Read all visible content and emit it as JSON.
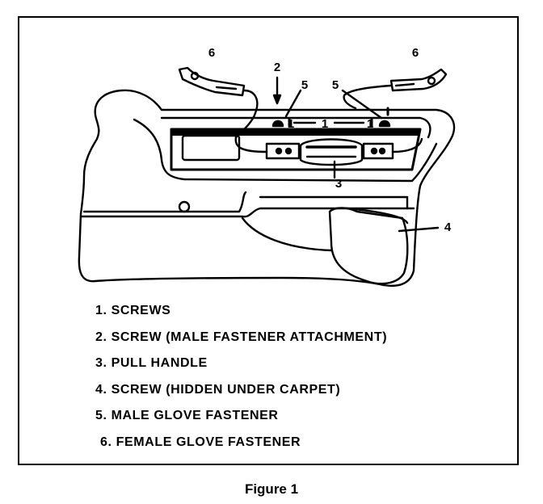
{
  "callouts": {
    "c1a": "1",
    "c1b": "1",
    "c1c": "1",
    "c2": "2",
    "c3": "3",
    "c4": "4",
    "c5a": "5",
    "c5b": "5",
    "c6a": "6",
    "c6b": "6"
  },
  "legend": [
    "1. SCREWS",
    "2. SCREW (MALE FASTENER ATTACHMENT)",
    "3. PULL HANDLE",
    "4. SCREW (HIDDEN UNDER CARPET)",
    "5. MALE GLOVE FASTENER",
    "6. FEMALE GLOVE FASTENER"
  ],
  "caption": "Figure 1"
}
